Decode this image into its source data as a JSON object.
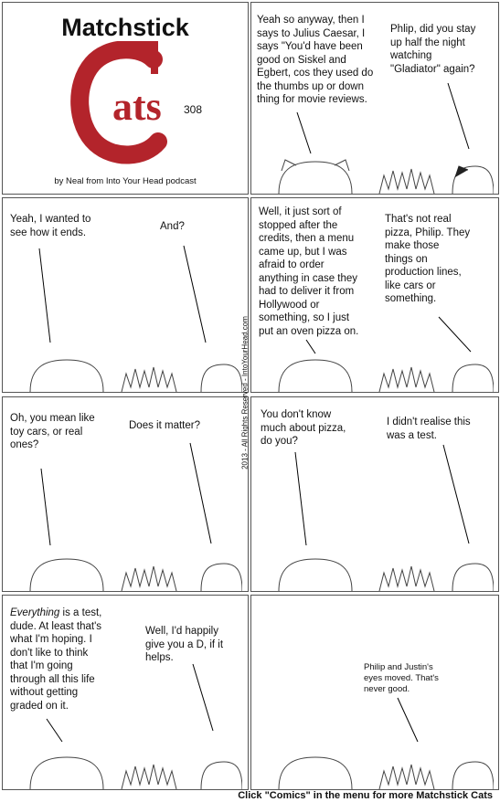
{
  "header": {
    "title": "Matchstick",
    "logo_text": "ats",
    "number": "308",
    "byline": "by Neal from Into Your Head podcast"
  },
  "side_text": "2013 - All Rights Reserved - IntoYourHead.com",
  "footer": "Click \"Comics\" in the menu for more Matchstick Cats",
  "panels": [
    {
      "lines": [
        "Yeah so anyway, then I\nsays to Julius Caesar, I\nsays \"You'd have been\ngood on Siskel and\nEgbert, cos they used do\nthe thumbs up or down\nthing for movie reviews.",
        "Phlip, did you stay\nup half the night\nwatching\n\"Gladiator\" again?"
      ]
    },
    {
      "lines": [
        "Yeah, I wanted to\nsee how it ends.",
        "And?"
      ]
    },
    {
      "lines": [
        "Well, it just sort of\nstopped after the\ncredits, then a menu\ncame up, but I was\nafraid to order\nanything in case they\nhad to deliver it from\nHollywood or\nsomething, so I just\nput an oven pizza on.",
        "That's not real\npizza, Philip. They\nmake those\nthings on\nproduction lines,\nlike cars or\nsomething."
      ]
    },
    {
      "lines": [
        "Oh, you mean like\ntoy cars, or real\nones?",
        "Does it matter?"
      ]
    },
    {
      "lines": [
        "You don't know\nmuch about pizza,\ndo you?",
        "I didn't realise this\nwas a test."
      ]
    },
    {
      "lines": [
        "Everything",
        " is a test,\ndude. At least that's\nwhat I'm hoping. I\ndon't like to think\nthat I'm going\nthrough all this life\nwithout getting\ngraded on it.",
        "Well, I'd happily\ngive you a D, if it\nhelps."
      ]
    },
    {
      "lines": [
        "Philip and Justin's\neyes moved. That's\nnever good."
      ]
    }
  ],
  "colors": {
    "logo_red": "#b3242b",
    "frame": "#555555"
  }
}
